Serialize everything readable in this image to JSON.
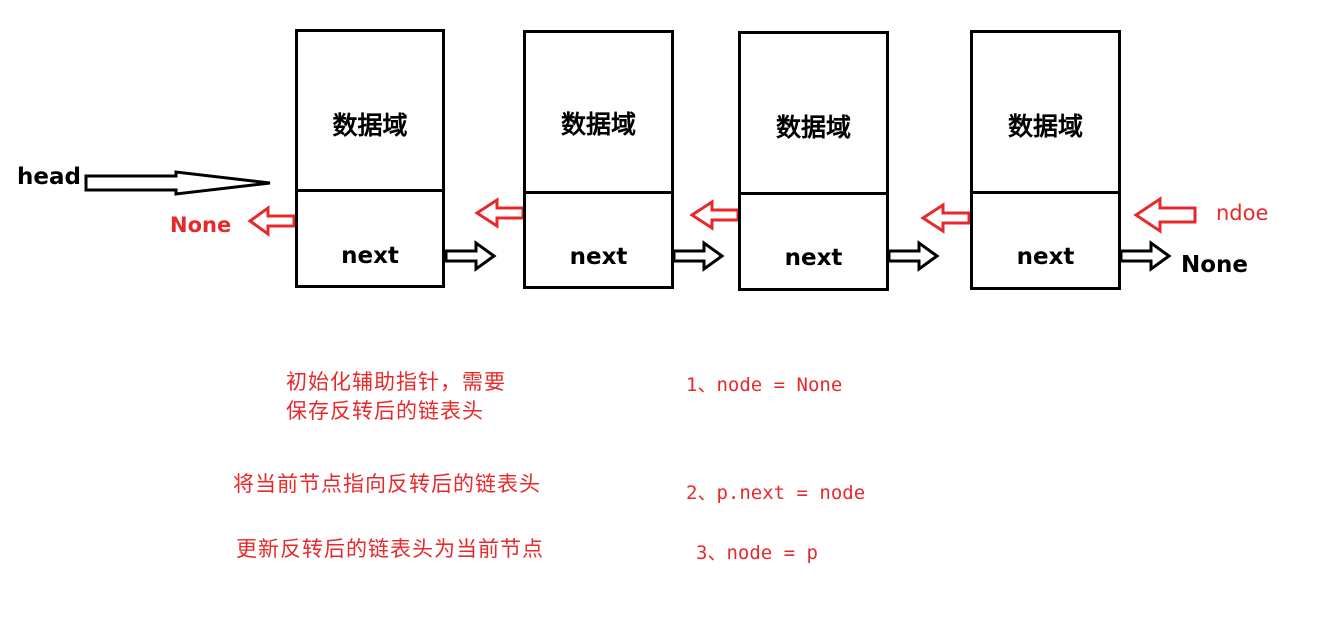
{
  "diagram": {
    "head_label": "head",
    "nodes": [
      {
        "data_label": "数据域",
        "next_label": "next"
      },
      {
        "data_label": "数据域",
        "next_label": "next"
      },
      {
        "data_label": "数据域",
        "next_label": "next"
      },
      {
        "data_label": "数据域",
        "next_label": "next"
      }
    ],
    "left_none_label": "None",
    "right_none_label": "None",
    "ndoe_label": "ndoe",
    "colors": {
      "accent_red": "#e8292c",
      "line_black": "#000000"
    }
  },
  "steps": [
    {
      "description_lines": [
        "初始化辅助指针，需要",
        "保存反转后的链表头"
      ],
      "code": "1、node = None"
    },
    {
      "description_lines": [
        "将当前节点指向反转后的链表头"
      ],
      "code": "2、p.next = node"
    },
    {
      "description_lines": [
        "更新反转后的链表头为当前节点"
      ],
      "code": "3、node = p"
    }
  ]
}
